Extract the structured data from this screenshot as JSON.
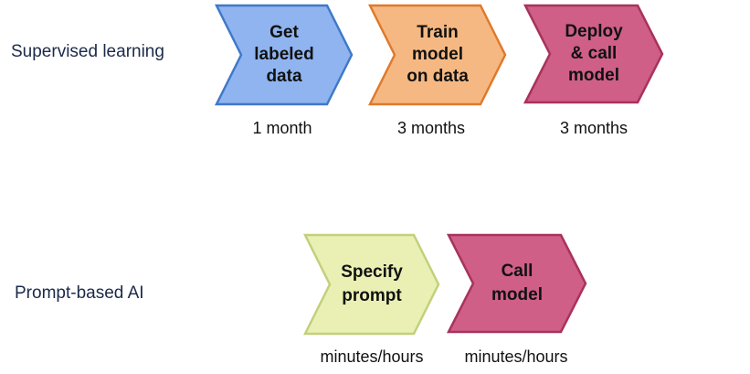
{
  "rows": [
    {
      "label": "Supervised learning",
      "steps": [
        {
          "text": "Get\nlabeled\ndata",
          "duration": "1 month",
          "fill": "#8fb4f0",
          "stroke": "#3f79c9"
        },
        {
          "text": "Train\nmodel\non data",
          "duration": "3 months",
          "fill": "#f6b882",
          "stroke": "#df7a2a"
        },
        {
          "text": "Deploy\n& call\nmodel",
          "duration": "3 months",
          "fill": "#cf5f86",
          "stroke": "#a8325c"
        }
      ]
    },
    {
      "label": "Prompt-based AI",
      "steps": [
        {
          "text": "Specify\nprompt",
          "duration": "minutes/hours",
          "fill": "#eaf0b4",
          "stroke": "#c3d07a"
        },
        {
          "text": "Call\nmodel",
          "duration": "minutes/hours",
          "fill": "#cf5f86",
          "stroke": "#a8325c"
        }
      ]
    }
  ]
}
